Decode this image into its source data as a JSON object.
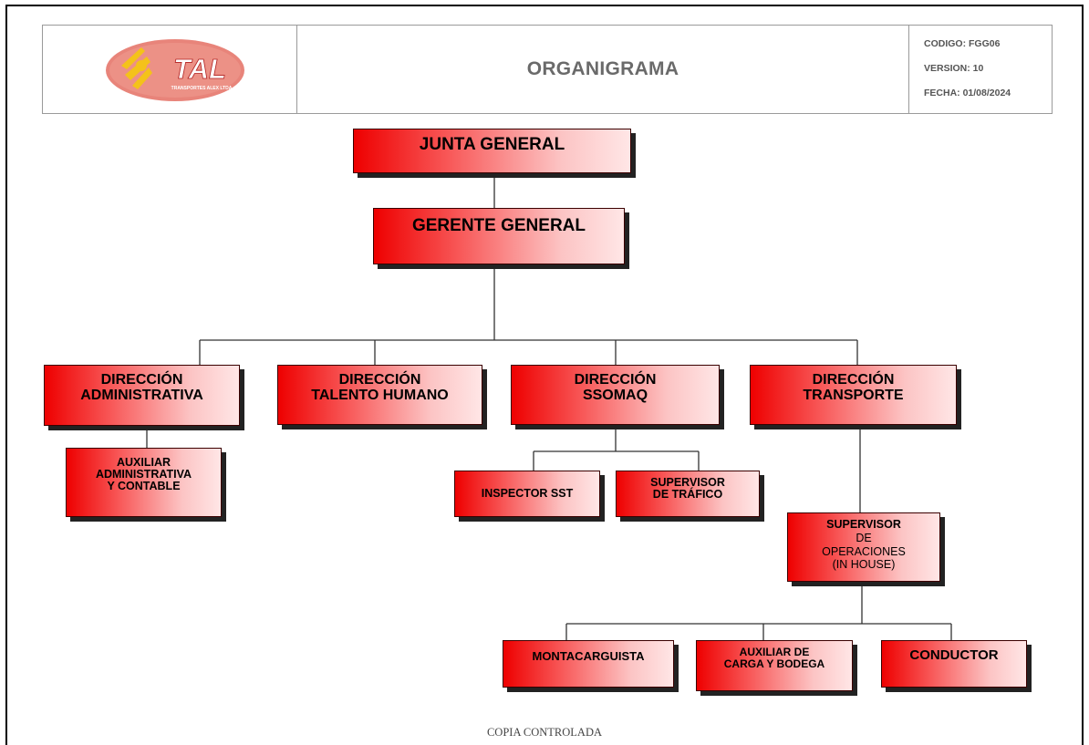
{
  "header": {
    "title": "ORGANIGRAMA",
    "code": "CODIGO: FGG06",
    "version": "VERSION: 10",
    "date": "FECHA: 01/08/2024",
    "logo_text": "TAL",
    "logo_subtext": "TRANSPORTES ALEX LTDA"
  },
  "chart": {
    "junta": [
      "JUNTA GENERAL"
    ],
    "gerente": [
      "GERENTE GENERAL"
    ],
    "dir_admin": [
      "DIRECCIÓN",
      "ADMINISTRATIVA"
    ],
    "dir_talento": [
      "DIRECCIÓN",
      "TALENTO HUMANO"
    ],
    "dir_ssomaq": [
      "DIRECCIÓN",
      "SSOMAQ"
    ],
    "dir_transporte": [
      "DIRECCIÓN",
      "TRANSPORTE"
    ],
    "auxiliar_admin": [
      "AUXILIAR",
      "ADMINISTRATIVA",
      "Y CONTABLE"
    ],
    "inspector": [
      "INSPECTOR SST"
    ],
    "supervisor_trafico": [
      "SUPERVISOR",
      "DE TRÁFICO"
    ],
    "supervisor_operaciones": [
      "SUPERVISOR",
      "DE",
      "OPERACIONES",
      "(IN HOUSE)"
    ],
    "montacarguista": [
      "MONTACARGUISTA"
    ],
    "auxiliar_carga": [
      "AUXILIAR DE",
      "CARGA Y BODEGA"
    ],
    "conductor": [
      "CONDUCTOR"
    ]
  },
  "footer": "COPIA CONTROLADA",
  "colors": {
    "box_start": "#ee0000",
    "box_end": "#ffe6e6",
    "border": "#9a9a9a"
  }
}
